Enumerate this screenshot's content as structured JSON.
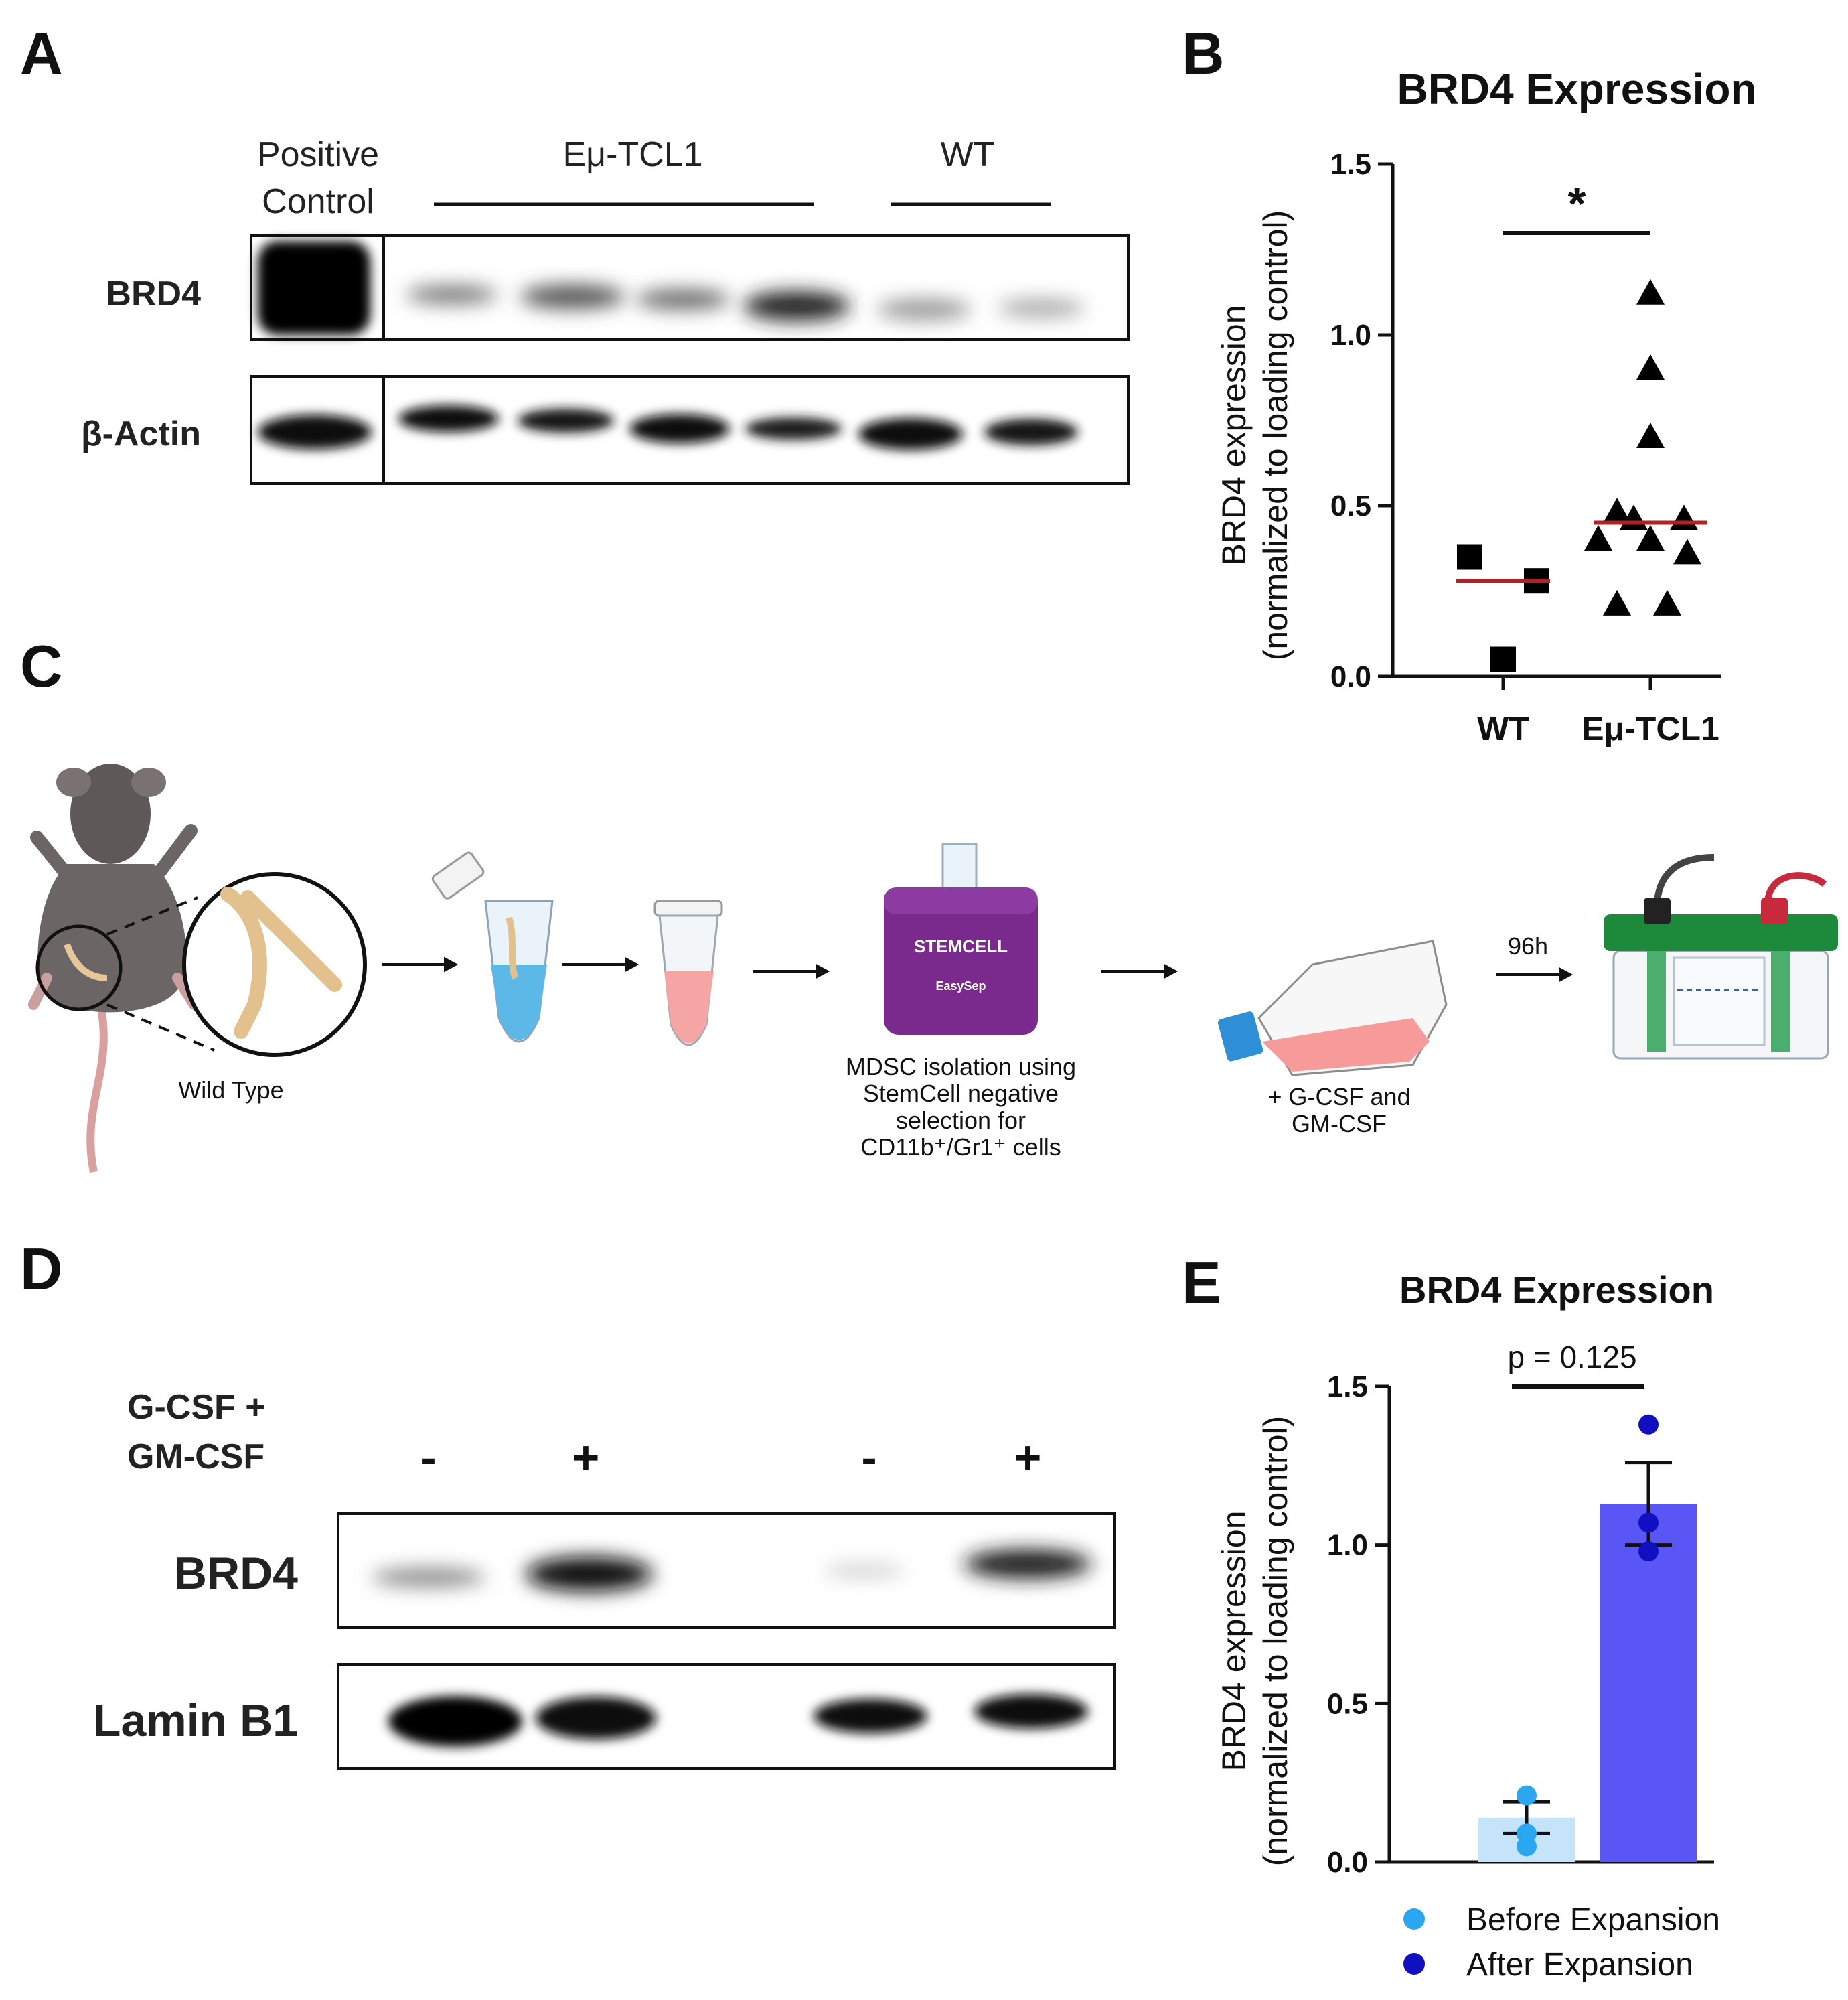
{
  "panels": {
    "a": "A",
    "b": "B",
    "c": "C",
    "d": "D",
    "e": "E"
  },
  "blot_a": {
    "header_positive": [
      "Positive",
      "Control"
    ],
    "header_group1": "Eμ-TCL1",
    "header_group2": "WT",
    "row1": "BRD4",
    "row2": "β-Actin"
  },
  "blot_d": {
    "treatment": [
      "G-CSF +",
      "GM-CSF"
    ],
    "lanes": [
      "-",
      "+",
      "-",
      "+"
    ],
    "row1": "BRD4",
    "row2": "Lamin B1"
  },
  "workflow": {
    "mouse_label": "Wild Type",
    "isolation": [
      "MDSC isolation using",
      "StemCell negative",
      "selection for",
      "CD11b⁺/Gr1⁺ cells"
    ],
    "culture": [
      "+ G-CSF and",
      "GM-CSF"
    ],
    "duration": "96h",
    "kit_brand": "STEMCELL",
    "kit_name": "EasySep"
  },
  "colors": {
    "median_line": "#b22222",
    "before": "#2aa7f0",
    "after": "#1010c0",
    "bar_before": "#c5e3f9",
    "bar_after": "#5a55f5"
  },
  "chart_data": [
    {
      "type": "scatter",
      "title": "BRD4 Expression",
      "ylabel": [
        "BRD4 expression",
        "(normalized to loading control)"
      ],
      "categories": [
        "WT",
        "Eμ-TCL1"
      ],
      "ylim": [
        0,
        1.5
      ],
      "yticks": [
        "0.0",
        "0.5",
        "1.0",
        "1.5"
      ],
      "series": [
        {
          "values": [
            0.35,
            0.05,
            0.28
          ],
          "median": 0.28
        },
        {
          "values": [
            1.12,
            0.9,
            0.7,
            0.48,
            0.4,
            0.46,
            0.4,
            0.46,
            0.21,
            0.21,
            0.36
          ],
          "median": 0.45
        }
      ],
      "significance": "*"
    },
    {
      "type": "bar",
      "title": "BRD4 Expression",
      "ylabel": [
        "BRD4 expression",
        "(normalized to loading control)"
      ],
      "categories": [
        "Before Expansion",
        "After Expansion"
      ],
      "ylim": [
        0,
        1.5
      ],
      "yticks": [
        "0.0",
        "0.5",
        "1.0",
        "1.5"
      ],
      "values": [
        0.14,
        1.13
      ],
      "sem": [
        0.05,
        0.13
      ],
      "points": [
        [
          0.21,
          0.09,
          0.05
        ],
        [
          1.38,
          1.07,
          0.98
        ]
      ],
      "pvalue": "p = 0.125"
    }
  ]
}
